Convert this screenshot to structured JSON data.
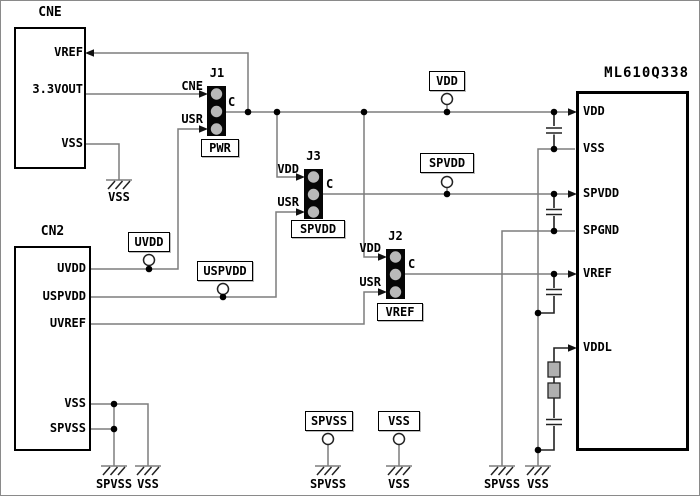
{
  "cne": {
    "title": "CNE",
    "pins": {
      "vref": "VREF",
      "vout": "3.3VOUT",
      "vss": "VSS"
    }
  },
  "cn2": {
    "title": "CN2",
    "pins": {
      "uvdd": "UVDD",
      "uspvdd": "USPVDD",
      "uvref": "UVREF",
      "vss": "VSS",
      "spvss": "SPVSS"
    }
  },
  "ic": {
    "title": "ML610Q338",
    "pins": {
      "vdd": "VDD",
      "vss": "VSS",
      "spvdd": "SPVDD",
      "spgnd": "SPGND",
      "vref": "VREF",
      "vddl": "VDDL"
    }
  },
  "jumpers": {
    "j1": {
      "name": "J1",
      "top": "CNE",
      "common": "C",
      "bottom": "USR",
      "tag": "PWR"
    },
    "j3": {
      "name": "J3",
      "top": "VDD",
      "common": "C",
      "bottom": "USR",
      "tag": "SPVDD"
    },
    "j2": {
      "name": "J2",
      "top": "VDD",
      "common": "C",
      "bottom": "USR",
      "tag": "VREF"
    }
  },
  "test_points": {
    "vdd": "VDD",
    "spvdd": "SPVDD",
    "uvdd": "UVDD",
    "uspvdd": "USPVDD",
    "spvss": "SPVSS",
    "vss": "VSS"
  },
  "grounds": {
    "cne_vss": "VSS",
    "left_spvss": "SPVSS",
    "left_vss": "VSS",
    "mid_spvss": "SPVSS",
    "mid_vss": "VSS",
    "right_spvss": "SPVSS",
    "right_vss": "VSS"
  },
  "colors": {
    "wire": "#7d7d7d",
    "outline": "#000000",
    "jumper_fill": "#060606",
    "jumper_pin": "#b9b9b9",
    "resistor_fill": "#b0b0b0",
    "background": "#ffffff"
  }
}
